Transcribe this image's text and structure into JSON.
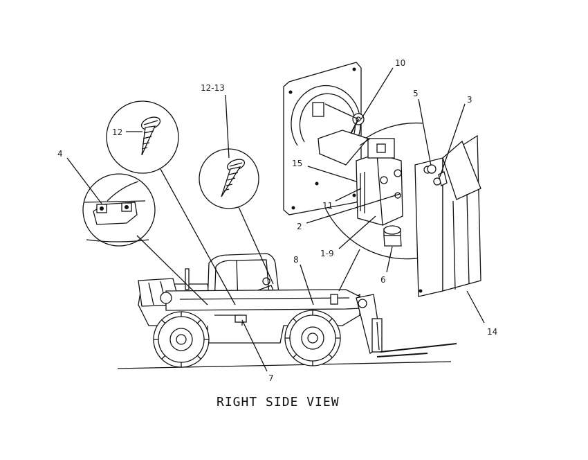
{
  "title": "RIGHT SIDE VIEW",
  "callouts": {
    "c1": "10",
    "c2": "12-13",
    "c3": "5",
    "c4": "3",
    "c5": "12",
    "c6": "4",
    "c7": "15",
    "c8": "11",
    "c9": "2",
    "c10": "1-9",
    "c11": "8",
    "c12": "6",
    "c13": "14",
    "c14": "7"
  }
}
